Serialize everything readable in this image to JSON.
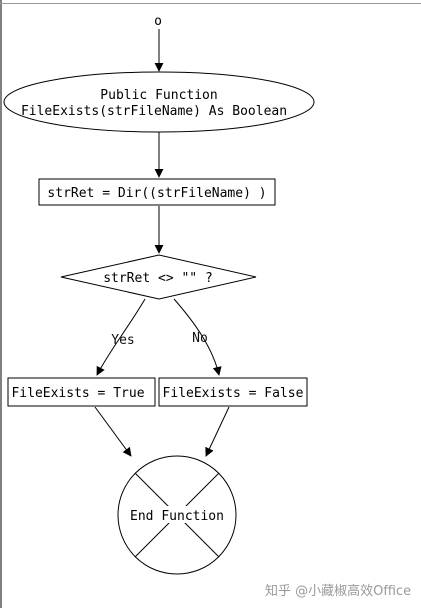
{
  "diagram": {
    "start_node": {
      "symbol": "o"
    },
    "function_header": {
      "line1": "Public Function",
      "line2": "FileExists(strFileName) As Boolean"
    },
    "assign_step": {
      "label": "strRet = Dir((strFileName) )"
    },
    "decision": {
      "label": "strRet <> \"\" ?"
    },
    "branch_yes": {
      "label": "Yes"
    },
    "branch_no": {
      "label": "No"
    },
    "true_step": {
      "label": "FileExists = True"
    },
    "false_step": {
      "label": "FileExists = False"
    },
    "end_node": {
      "label": "End Function"
    }
  },
  "watermark": {
    "text": "知乎 @小藏椒高效Office"
  }
}
